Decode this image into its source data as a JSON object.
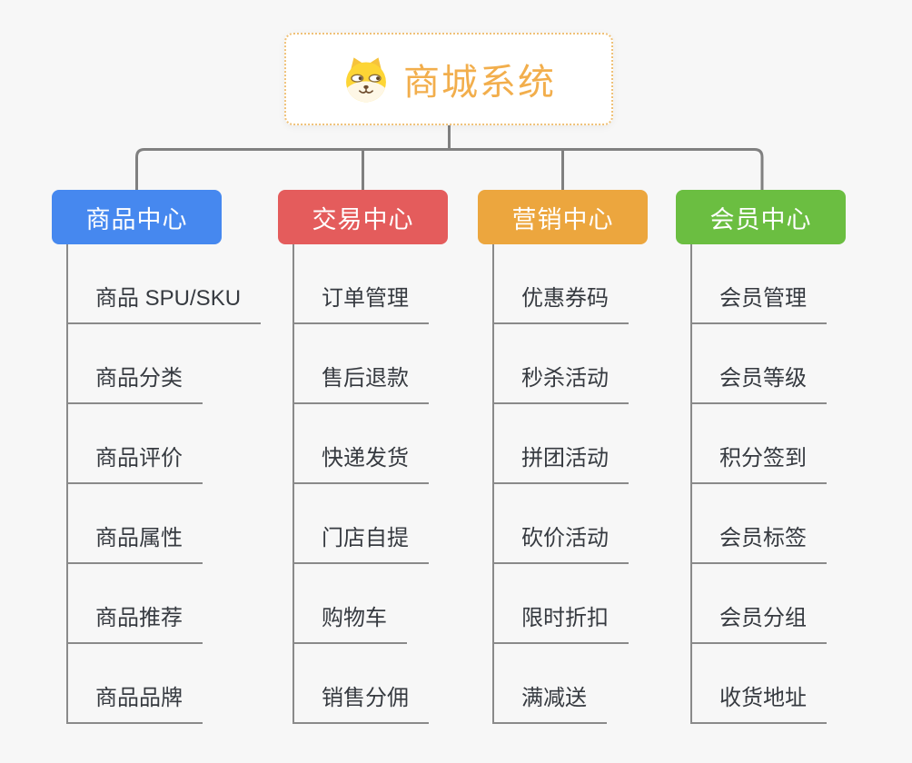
{
  "root": {
    "title": "商城系统",
    "icon": "dog-face-icon",
    "title_color": "#f2ae4c",
    "border_color": "#efc178"
  },
  "colors": {
    "background": "#f7f7f7",
    "connector": "#808080",
    "underline": "#8a8a8a",
    "item_text": "#363a40"
  },
  "branches": [
    {
      "label": "商品中心",
      "color": "#4688ef",
      "items": [
        "商品 SPU/SKU",
        "商品分类",
        "商品评价",
        "商品属性",
        "商品推荐",
        "商品品牌"
      ]
    },
    {
      "label": "交易中心",
      "color": "#e45c5c",
      "items": [
        "订单管理",
        "售后退款",
        "快递发货",
        "门店自提",
        "购物车",
        "销售分佣"
      ]
    },
    {
      "label": "营销中心",
      "color": "#eca63e",
      "items": [
        "优惠券码",
        "秒杀活动",
        "拼团活动",
        "砍价活动",
        "限时折扣",
        "满减送"
      ]
    },
    {
      "label": "会员中心",
      "color": "#6bbe41",
      "items": [
        "会员管理",
        "会员等级",
        "积分签到",
        "会员标签",
        "会员分组",
        "收货地址"
      ]
    }
  ]
}
